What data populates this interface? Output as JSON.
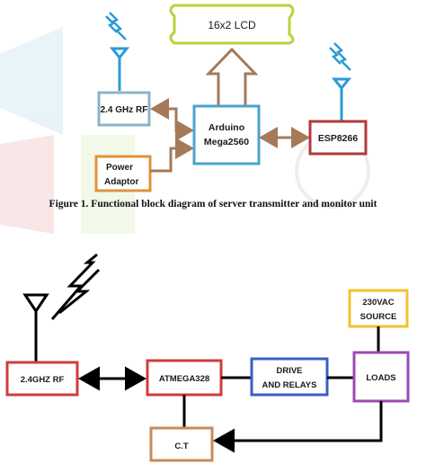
{
  "figure1": {
    "caption": "Figure 1. Functional block diagram of server transmitter and monitor unit",
    "blocks": {
      "lcd": "16x2 LCD",
      "rf": "2.4 GHz RF",
      "arduino_line1": "Arduino",
      "arduino_line2": "Mega2560",
      "esp": "ESP8266",
      "power_line1": "Power",
      "power_line2": "Adaptor"
    },
    "colors": {
      "lcd": "#b5d43b",
      "rf": "#8fb1c9",
      "arduino": "#4aa3d0",
      "esp": "#b03a3a",
      "power": "#e0923a",
      "arrow": "#a57a58",
      "antenna": "#2a9ad8"
    }
  },
  "figure2": {
    "blocks": {
      "rf": "2.4GHZ RF",
      "atmega": "ATMEGA328",
      "drive_line1": "DRIVE",
      "drive_line2": "AND RELAYS",
      "loads": "LOADS",
      "source_line1": "230VAC",
      "source_line2": "SOURCE",
      "ct": "C.T"
    },
    "colors": {
      "rf": "#d23b3b",
      "atmega": "#d23b3b",
      "drive": "#3a5fc4",
      "loads": "#9a4ab3",
      "source": "#f2c230",
      "ct": "#c8895a"
    }
  }
}
